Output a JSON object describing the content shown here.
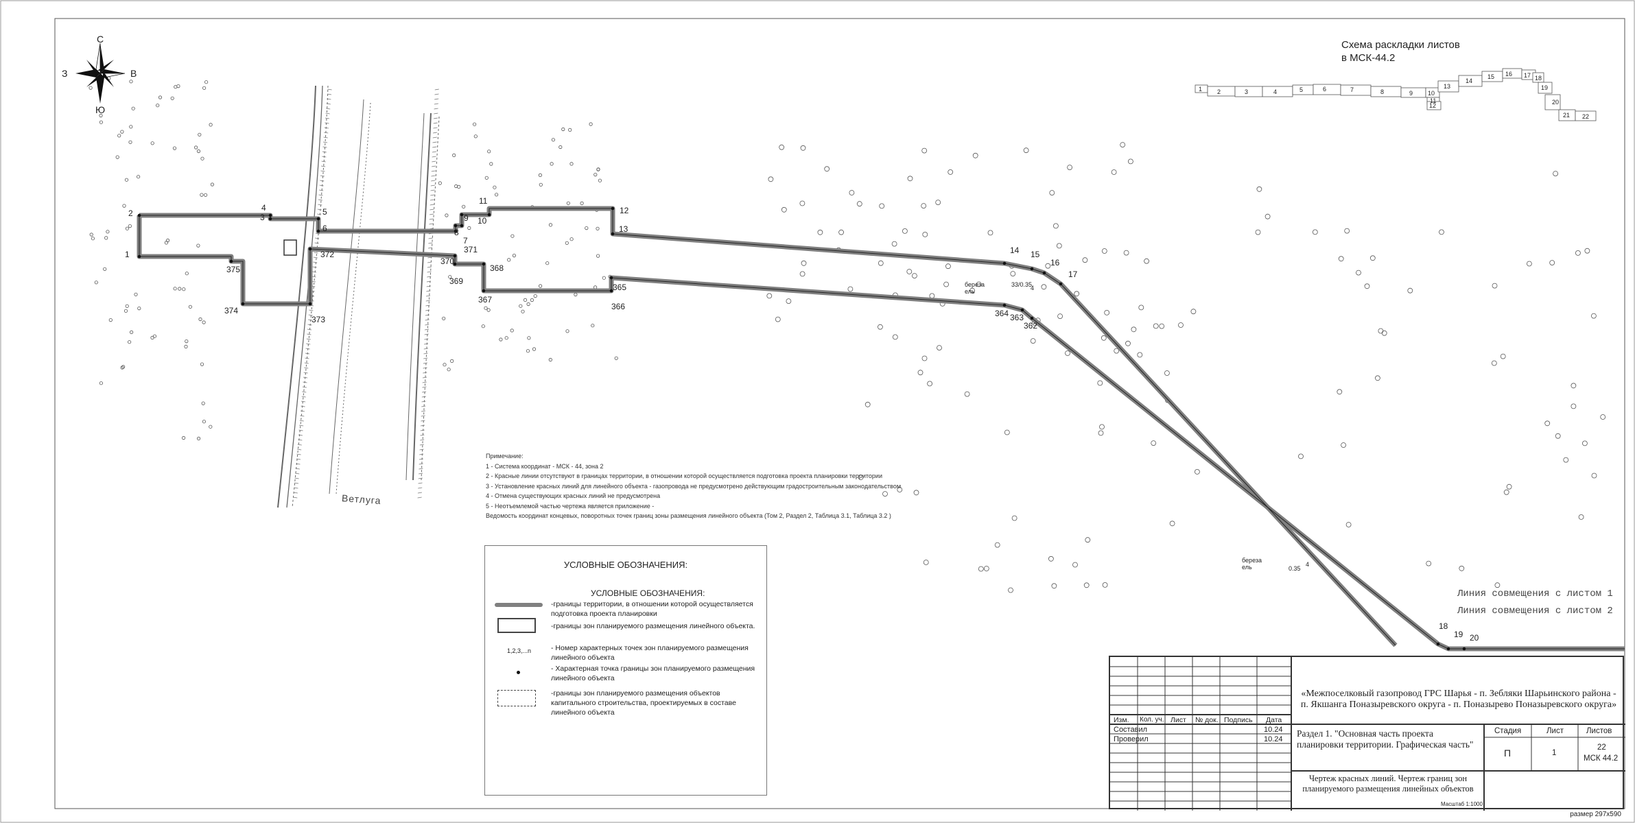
{
  "compass": {
    "north": "С",
    "south": "Ю",
    "west": "З",
    "east": "В"
  },
  "scheme": {
    "title_line1": "Схема раскладки листов",
    "title_line2": "в МСК-44.2",
    "sheets": [
      "1",
      "2",
      "3",
      "4",
      "5",
      "6",
      "7",
      "8",
      "9",
      "10",
      "11",
      "12",
      "13",
      "14",
      "15",
      "16",
      "17",
      "18",
      "19",
      "20",
      "21",
      "22"
    ]
  },
  "points": {
    "p1": "1",
    "p2": "2",
    "p3": "3",
    "p4": "4",
    "p5": "5",
    "p6": "6",
    "p7": "7",
    "p8": "8",
    "p9": "9",
    "p10": "10",
    "p11": "11",
    "p12": "12",
    "p13": "13",
    "p14": "14",
    "p15": "15",
    "p16": "16",
    "p17": "17",
    "p18": "18",
    "p19": "19",
    "p20": "20",
    "p362": "362",
    "p363": "363",
    "p364": "364",
    "p365": "365",
    "p366": "366",
    "p367": "367",
    "p368": "368",
    "p369": "369",
    "p370": "370",
    "p371": "371",
    "p372": "372",
    "p373": "373",
    "p374": "374",
    "p375": "375"
  },
  "map_labels": {
    "river": "Ветлуга",
    "tree1_species": "береза ель",
    "tree1_formula": "33/0.35",
    "tree1_suffix": "4",
    "tree2_species": "береза ель",
    "tree2_formula": "0.35",
    "tree2_suffix": "4",
    "join1": "Линия совмещения с листом 1",
    "join2": "Линия совмещения с листом 2"
  },
  "notes": {
    "heading": "Примечание:",
    "items": [
      "1 - Система координат - МСК - 44, зона 2",
      "2 - Красные линии отсутствуют в границах территории, в отношении которой осуществляется подготовка проекта планировки территории",
      "3 - Установление красных линий для линейного объекта - газопровода не предусмотрено действующим градостроительным законодательством",
      "4 - Отмена существующих красных линий не предусмотрена",
      "5 - Неотъемлемой частью чертежа является приложение -",
      "Ведомость координат концевых, поворотных точек границ зоны размещения линейного объекта (Том 2, Раздел 2, Таблица 3.1, Таблица 3.2 )"
    ]
  },
  "legend": {
    "title": "УСЛОВНЫЕ ОБОЗНАЧЕНИЯ:",
    "subtitle": "УСЛОВНЫЕ ОБОЗНАЧЕНИЯ:",
    "item1": "-границы территории, в отношении которой осуществляется подготовка проекта планировки",
    "item2": "-границы зон планируемого размещения линейного объекта.",
    "item3_symbol": "1,2,3,...n",
    "item3": "- Номер характерных точек зон планируемого размещения линейного объекта",
    "item4": "- Характерная точка границы зон планируемого размещения линейного объекта",
    "item5": "-границы зон планируемого размещения объектов капитального строительства, проектируемых в составе линейного объекта"
  },
  "title_block": {
    "col_izm": "Изм.",
    "col_kol": "Кол. уч.",
    "col_list": "Лист",
    "col_doc": "№ док.",
    "col_sign": "Подпись",
    "col_date": "Дата",
    "row1_role": "Составил",
    "row1_date": "10.24",
    "row2_role": "Проверил",
    "row2_date": "10.24",
    "project_title": "«Межпоселковый газопровод ГРС Шарья - п. Зебляки Шарьинского района - п. Якшанга Поназыревского округа - п. Поназырево Поназыревского округа»",
    "section": "Раздел 1. \"Основная часть проекта планировки территории. Графическая часть\"",
    "stage_header": "Стадия",
    "sheet_header": "Лист",
    "sheets_header": "Листов",
    "stage": "П",
    "sheet": "1",
    "sheets_count": "22",
    "coord_system": "МСК 44.2",
    "drawing_name": "Чертеж красных линий. Чертеж границ зон планируемого размещения линейных объектов",
    "scale": "Масштаб 1:1000"
  },
  "size_label": "размер 297х590",
  "colors": {
    "boundary": "#808080",
    "frame": "#333333",
    "tree": "#555555"
  }
}
